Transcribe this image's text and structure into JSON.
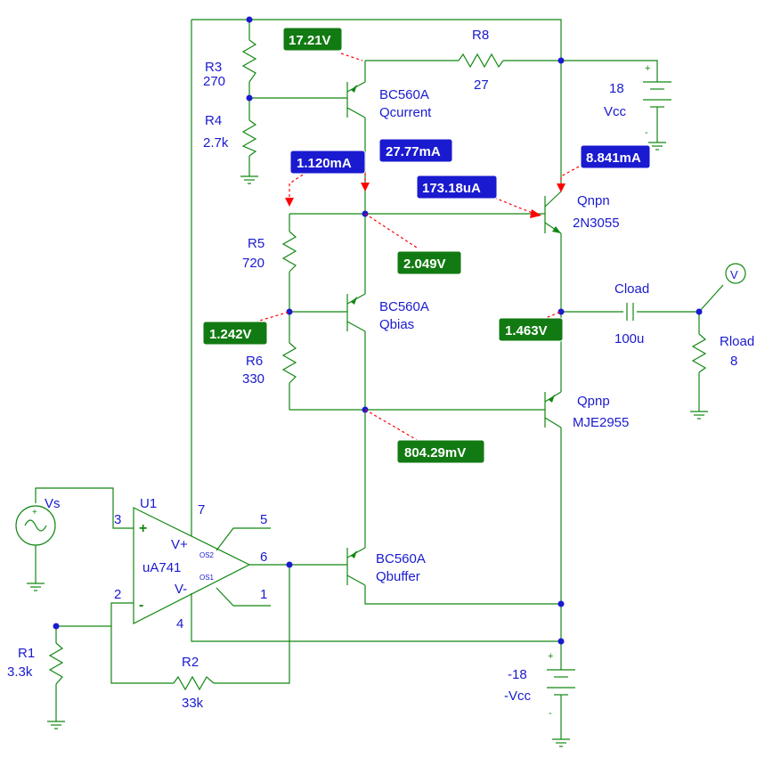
{
  "colors": {
    "wire": "#118811",
    "label": "#1a1ad0",
    "voltage_badge": "#127a12",
    "current_badge": "#1a1ad0",
    "probe": "#ff0000",
    "node": "#1a1ad0"
  },
  "labels": {
    "r3_name": "R3",
    "r3_value": "270",
    "r4_name": "R4",
    "r4_value": "2.7k",
    "r8_name": "R8",
    "r8_value": "27",
    "vcc_value": "18",
    "vcc_name": "Vcc",
    "q_current_model": "BC560A",
    "q_current_name": "Qcurrent",
    "q_npn_name": "Qnpn",
    "q_npn_model": "2N3055",
    "r5_name": "R5",
    "r5_value": "720",
    "r6_name": "R6",
    "r6_value": "330",
    "q_bias_model": "BC560A",
    "q_bias_name": "Qbias",
    "cload_name": "Cload",
    "cload_value": "100u",
    "rload_name": "Rload",
    "rload_value": "8",
    "q_pnp_name": "Qpnp",
    "q_pnp_model": "MJE2955",
    "vs_name": "Vs",
    "u1_name": "U1",
    "u1_model": "uA741",
    "pin3": "3",
    "pin2": "2",
    "pin7": "7",
    "pin4": "4",
    "pin5": "5",
    "pin6": "6",
    "pin1": "1",
    "vplus": "V+",
    "vminus": "V-",
    "os2": "OS2",
    "os1": "OS1",
    "plus": "+",
    "minus": "-",
    "q_buffer_model": "BC560A",
    "q_buffer_name": "Qbuffer",
    "r1_name": "R1",
    "r1_value": "3.3k",
    "r2_name": "R2",
    "r2_value": "33k",
    "vee_value": "-18",
    "vee_name": "-Vcc",
    "probe_symbol": "V"
  },
  "badges": {
    "v_17_21": "17.21V",
    "i_1_120": "1.120mA",
    "i_27_77": "27.77mA",
    "i_8_841": "8.841mA",
    "i_173_18": "173.18uA",
    "v_2_049": "2.049V",
    "v_1_242": "1.242V",
    "v_1_463": "1.463V",
    "v_804_29": "804.29mV"
  }
}
